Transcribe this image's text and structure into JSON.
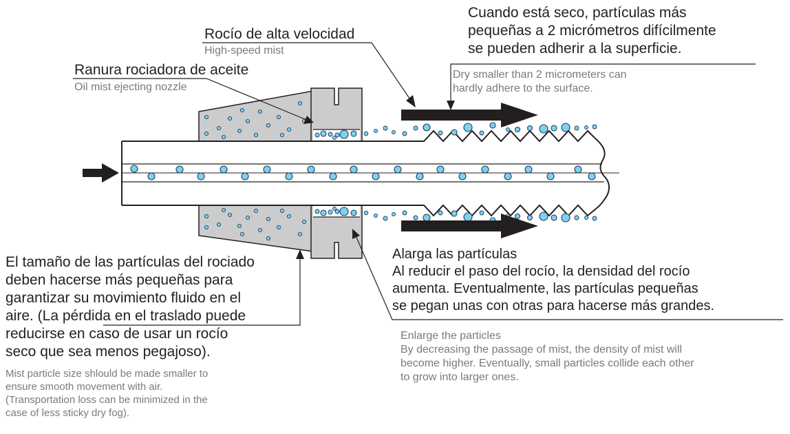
{
  "labels": {
    "mist_es": "Rocío de alta velocidad",
    "mist_en": "High-speed mist",
    "nozzle_es": "Ranura rociadora de aceite",
    "nozzle_en": "Oil mist ejecting nozzle",
    "dry_es": [
      "Cuando está seco, partículas más",
      "pequeñas a 2 micrómetros difícilmente",
      "se pueden adherir a la superficie."
    ],
    "dry_en": [
      "Dry smaller than 2 micrometers can",
      "hardly adhere to the surface."
    ],
    "size_es": [
      "El tamaño de las partículas del rociado",
      "deben hacerse más pequeñas para",
      "garantizar su movimiento fluido en el",
      "aire. (La pérdida en el traslado puede",
      "reducirse en caso de usar un rocío",
      "seco que sea menos pegajoso)."
    ],
    "size_en": [
      "Mist particle size shlould be made smaller to",
      "ensure smooth movement with air.",
      "(Transportation loss can be minimized in the",
      "case of less sticky dry fog)."
    ],
    "enlarge_es": [
      "Alarga las partículas",
      "Al reducir el paso del rocío, la densidad del rocío",
      "aumenta. Eventualmente, las partículas pequeñas",
      "se pegan unas con otras para hacerse más grandes."
    ],
    "enlarge_en": [
      "Enlarge the particles",
      "By decreasing the passage of mist, the density of mist will",
      "become higher. Eventually, small particles collide each other",
      "to grow into larger ones."
    ]
  },
  "colors": {
    "particle_fill": "#7fd0ef",
    "particle_stroke": "#1a3d5c",
    "nozzle_fill": "#cccccc",
    "outline": "#231f20",
    "english_text": "#7a7a7a"
  }
}
